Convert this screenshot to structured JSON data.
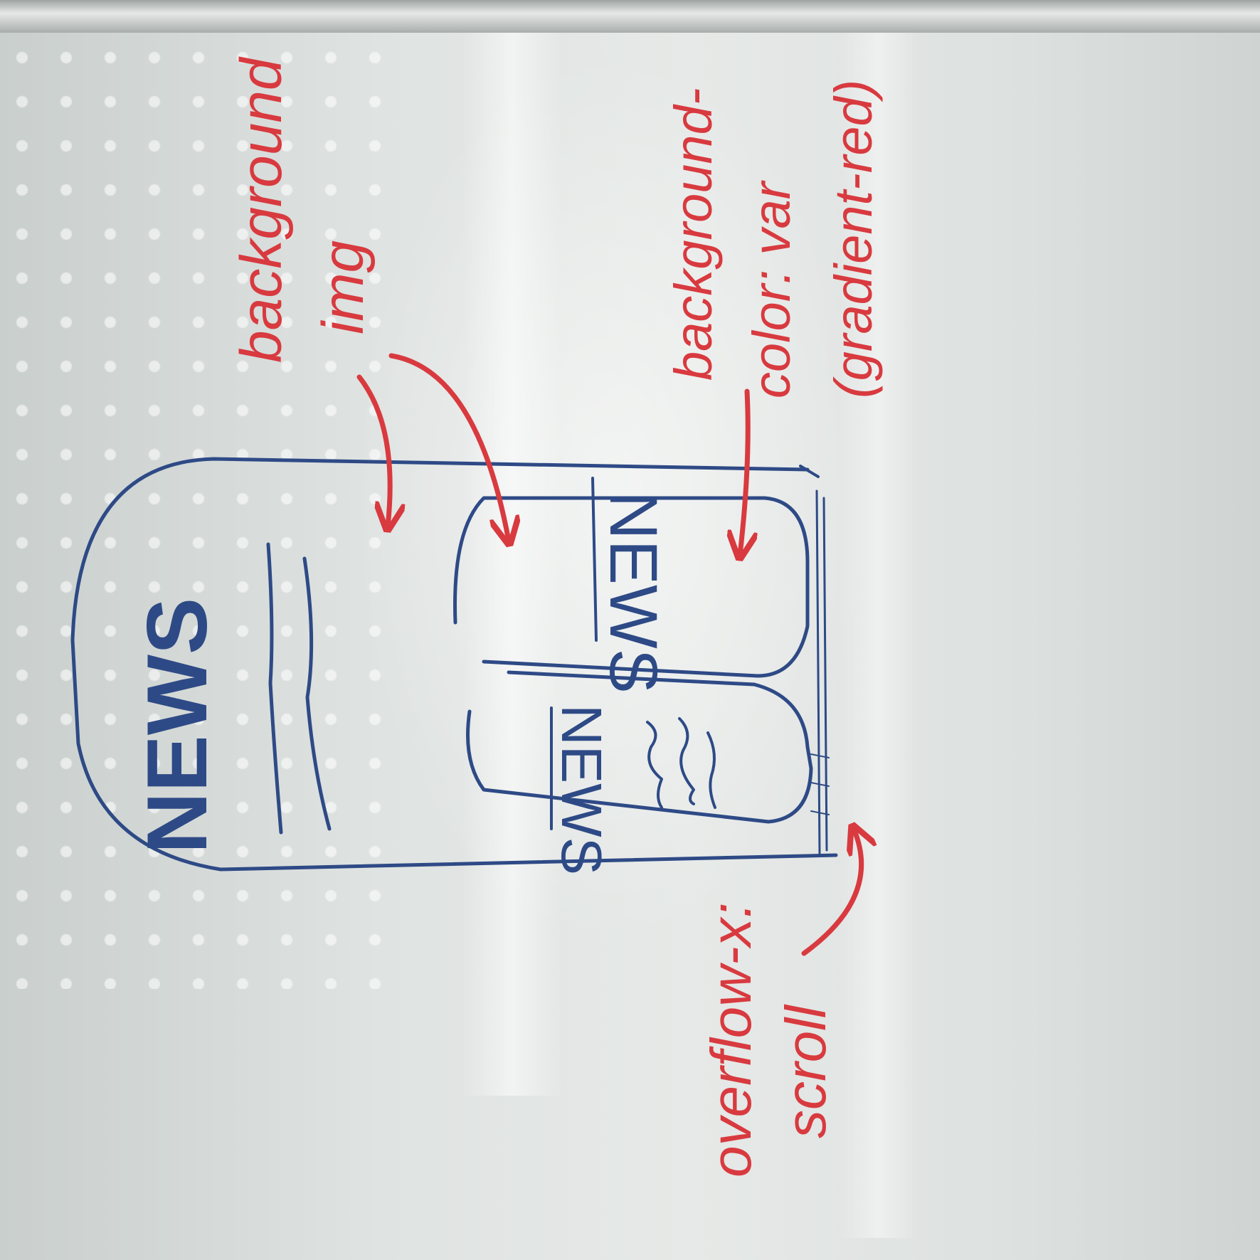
{
  "sketch": {
    "main_card_title": "NEWS",
    "card1_title": "NEWS",
    "card2_title": "NEWS"
  },
  "annotations": {
    "background_img": [
      "background",
      "img"
    ],
    "background_color": [
      "background-",
      "color: var",
      "(gradient-red)"
    ],
    "overflow": [
      "overflow-x:",
      "scroll"
    ]
  },
  "colors": {
    "marker_blue": "#2e4a86",
    "marker_red": "#d83a3f",
    "board": "#dfe3e1"
  }
}
